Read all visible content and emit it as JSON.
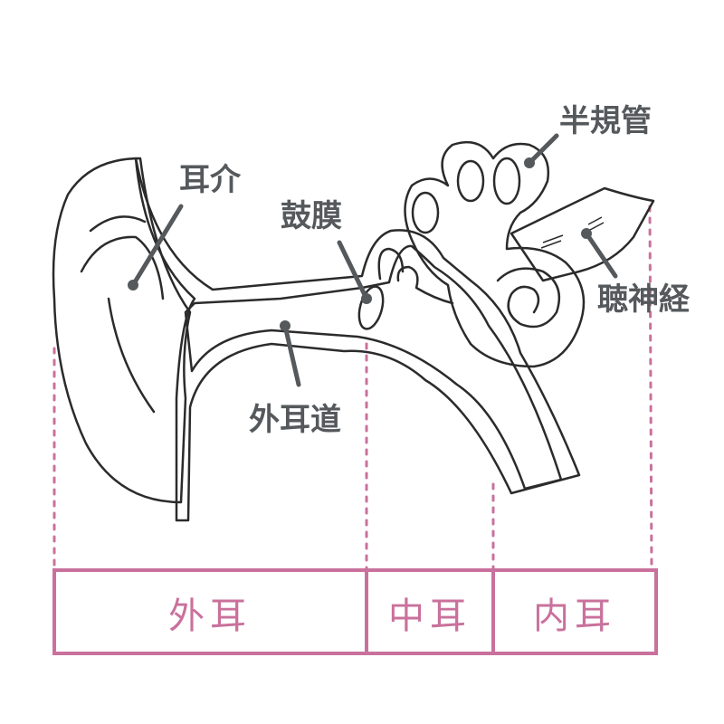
{
  "labels": {
    "pinna": "耳介",
    "eardrum": "鼓膜",
    "ear_canal": "外耳道",
    "semicircular_canals": "半規管",
    "auditory_nerve": "聴神経"
  },
  "sections": {
    "outer_ear": "外耳",
    "middle_ear": "中耳",
    "inner_ear": "内耳"
  },
  "colors": {
    "outline": "#2b2b2b",
    "label": "#55595c",
    "section": "#c9719c",
    "pinna": "#f6eeee",
    "canal": "#e5c3be",
    "skin": "#fbe8ec",
    "inner_ear": "#dcdcf2",
    "nerve": "#fbe2c0",
    "eardrum": "#fbf6cf"
  }
}
